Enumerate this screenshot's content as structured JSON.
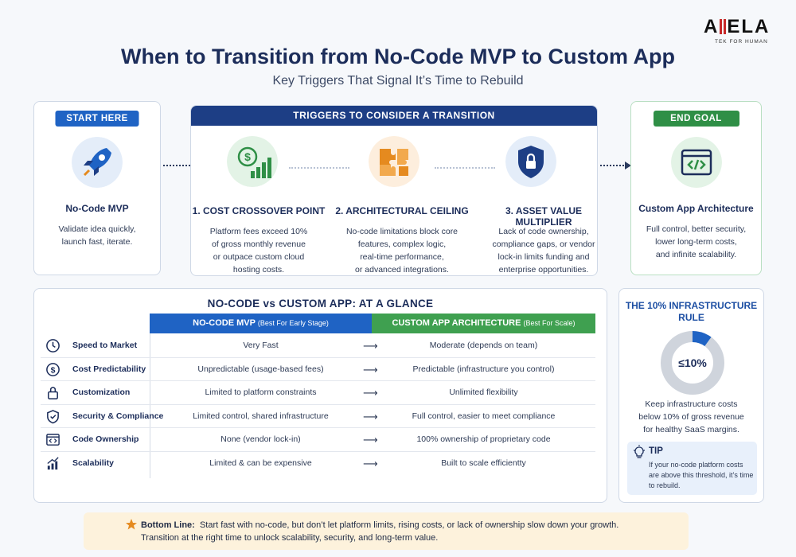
{
  "logo": {
    "brand": "AMELA",
    "tagline": "TEK FOR HUMAN"
  },
  "header": {
    "title": "When to Transition from No-Code MVP to Custom App",
    "subtitle": "Key Triggers That Signal It’s Time to Rebuild"
  },
  "start": {
    "pill": "START HERE",
    "label": "No-Code MVP",
    "desc_lines": [
      "Validate idea quickly,",
      "launch fast, iterate."
    ]
  },
  "triggers": {
    "header": "TRIGGERS TO CONSIDER A TRANSITION",
    "items": [
      {
        "label": "1. COST CROSSOVER POINT",
        "icon": "dollar-growth-icon",
        "desc_lines": [
          "Platform fees exceed 10%",
          "of gross monthly revenue",
          "or outpace custom cloud",
          "hosting costs."
        ]
      },
      {
        "label": "2. ARCHITECTURAL CEILING",
        "icon": "puzzle-icon",
        "desc_lines": [
          "No-code limitations block core",
          "features, complex logic,",
          "real-time performance,",
          "or advanced integrations."
        ]
      },
      {
        "label": "3. ASSET VALUE MULTIPLIER",
        "icon": "shield-lock-icon",
        "desc_lines": [
          "Lack of code ownership,",
          "compliance gaps, or vendor",
          "lock-in limits funding and",
          "enterprise opportunities."
        ]
      }
    ]
  },
  "end": {
    "pill": "END GOAL",
    "label": "Custom App Architecture",
    "desc_lines": [
      "Full control, better security,",
      "lower long-term costs,",
      "and infinite scalability."
    ]
  },
  "comparison": {
    "title": "NO-CODE vs CUSTOM APP:  AT A GLANCE",
    "col_nocode": "NO-CODE MVP",
    "col_nocode_note": "(Best For Early Stage)",
    "col_custom": "CUSTOM APP ARCHITECTURE",
    "col_custom_note": "(Best For Scale)",
    "arrow": "⟶",
    "rows": [
      {
        "icon": "clock-icon",
        "label": "Speed to Market",
        "nocode": "Very Fast",
        "custom": "Moderate (depends on team)"
      },
      {
        "icon": "dollar-circle-icon",
        "label": "Cost Predictability",
        "nocode": "Unpredictable (usage-based fees)",
        "custom": "Predictable (infrastructure you control)"
      },
      {
        "icon": "lock-icon",
        "label": "Customization",
        "nocode": "Limited to platform constraints",
        "custom": "Unlimited flexibility"
      },
      {
        "icon": "shield-check-icon",
        "label": "Security & Compliance",
        "nocode": "Limited control, shared infrastructure",
        "custom": "Full control, easier to meet compliance"
      },
      {
        "icon": "code-window-icon",
        "label": "Code Ownership",
        "nocode": "None (vendor lock-in)",
        "custom": "100% ownership of proprietary code"
      },
      {
        "icon": "growth-chart-icon",
        "label": "Scalability",
        "nocode": "Limited & can be expensive",
        "custom": "Built to scale efficientty"
      }
    ]
  },
  "rule": {
    "title_lines": [
      "THE 10% INFRASTRUCTURE",
      "RULE"
    ],
    "donut_label": "≤10%",
    "donut_fraction": 0.1,
    "desc_lines": [
      "Keep infrastructure costs",
      "below 10% of gross revenue",
      "for healthy SaaS margins."
    ],
    "tip_title": "TIP",
    "tip_text": "If your no-code platform costs are above this threshold, it’s time to rebuild."
  },
  "bottom": {
    "lead": "Bottom Line:",
    "line1": "Start fast with no-code, but don’t let platform limits, rising costs, or lack of ownership slow down your growth.",
    "line2": "Transition at the right time to unlock scalability, security, and long-term value."
  },
  "colors": {
    "navy": "#1d3e85",
    "blue": "#1f63c4",
    "green": "#3fa050",
    "orange": "#e58a1f",
    "text": "#1c2d5a"
  }
}
